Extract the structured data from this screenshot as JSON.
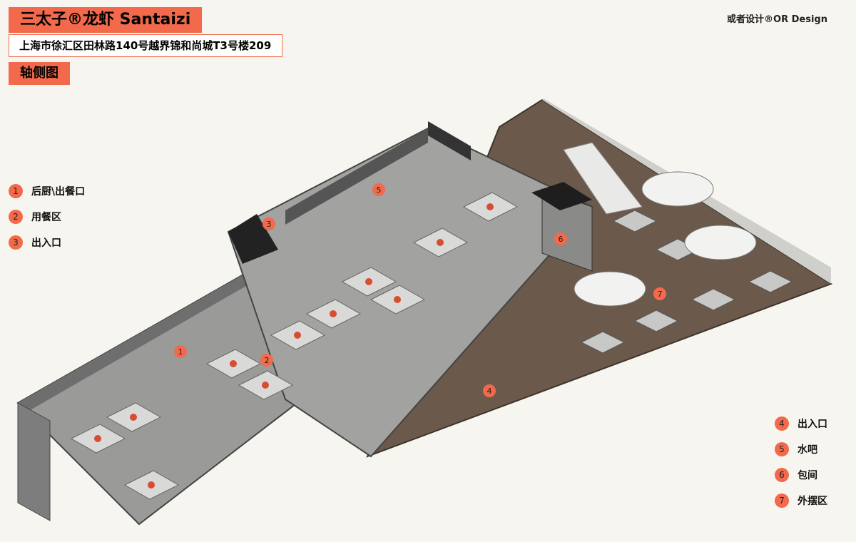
{
  "title": "三太子®龙虾 Santaizi",
  "address": "上海市徐汇区田林路140号越界锦和尚城T3号楼209",
  "subtitle": "轴侧图",
  "brand": "或者设计®OR Design",
  "legend_left": [
    {
      "num": "1",
      "label": "后厨\\出餐口"
    },
    {
      "num": "2",
      "label": "用餐区"
    },
    {
      "num": "3",
      "label": "出入口"
    }
  ],
  "legend_right": [
    {
      "num": "4",
      "label": "出入口"
    },
    {
      "num": "5",
      "label": "水吧"
    },
    {
      "num": "6",
      "label": "包间"
    },
    {
      "num": "7",
      "label": "外摆区"
    }
  ],
  "markers": [
    "1",
    "2",
    "3",
    "4",
    "5",
    "6",
    "7"
  ],
  "colors": {
    "accent": "#f26a4b",
    "wall": "#7d7d7d",
    "floor": "#9a9a98",
    "deck": "#6b5a4c"
  }
}
